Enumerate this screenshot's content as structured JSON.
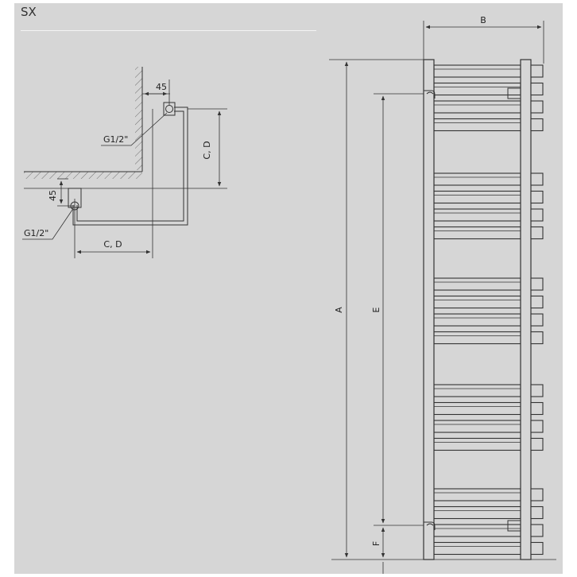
{
  "title": "SX",
  "labels": {
    "connection_top": "G1/2\"",
    "connection_bottom": "G1/2\"",
    "offset_top": "45",
    "offset_side": "45",
    "cd_vertical": "C, D",
    "cd_horizontal": "C, D",
    "dim_a": "A",
    "dim_b": "B",
    "dim_e": "E",
    "dim_f": "F"
  },
  "colors": {
    "panel": "#d6d6d6",
    "line": "#333333",
    "rule": "#f4f4f4"
  }
}
